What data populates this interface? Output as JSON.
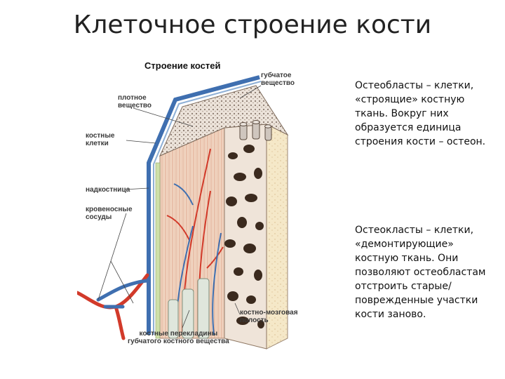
{
  "slide": {
    "title": "Клеточное строение кости"
  },
  "figure": {
    "title": "Строение костей",
    "labels": {
      "spongy": "губчатое\nвещество",
      "compact": "плотное\nвещество",
      "bone_cells": "костные\nклетки",
      "periosteum": "надкостница",
      "blood_vessels": "кровеносные\nсосуды",
      "marrow_cavity": "костно-мозговая\nполость",
      "trabeculae": "костные перекладины\nгубчатого костного вещества"
    }
  },
  "text": {
    "osteoblasts": "Остеобласты – клетки, «строящие» костную ткань. Вокруг них образуется единица строения кости – остеон.",
    "osteoclasts": "Остеокласты – клетки, «демонтирующие» костную ткань. Они позволяют остеобластам отстроить старые/поврежденные участки кости заново."
  },
  "colors": {
    "artery": "#d23a2a",
    "vein": "#3f6fb0",
    "bone": "#f0dccb",
    "spongy_fill": "#e9ddd4",
    "marrow_spots": "#3b2a1e"
  }
}
